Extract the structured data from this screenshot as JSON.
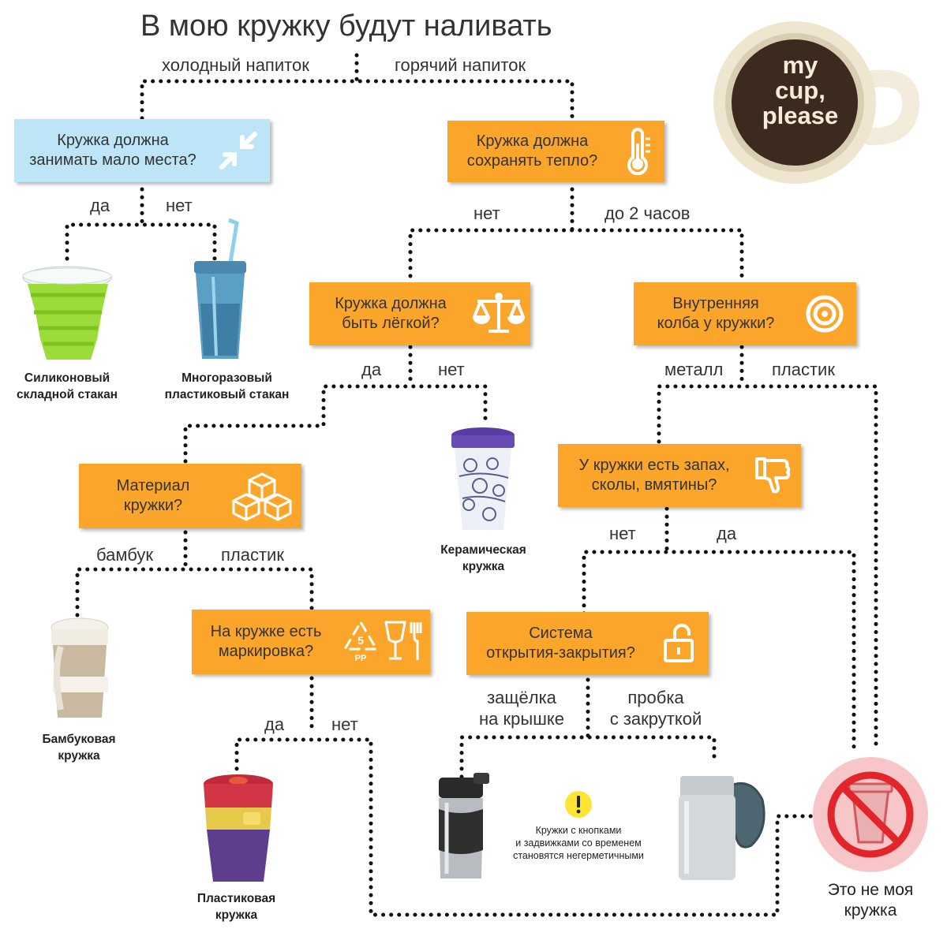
{
  "title": "В мою кружку будут наливать",
  "logo": {
    "lines": [
      "my",
      "cup,",
      "please"
    ]
  },
  "branches": {
    "cold": "холодный напиток",
    "hot": "горячий напиток",
    "yes": "да",
    "no": "нет",
    "up_to_2h": "до 2 часов",
    "metal": "металл",
    "plastic": "пластик",
    "bamboo": "бамбук",
    "snap_line1": "защёлка",
    "snap_line2": "на крышке",
    "screw_line1": "пробка",
    "screw_line2": "с закруткой"
  },
  "questions": {
    "compact": {
      "line1": "Кружка должна",
      "line2": "занимать мало места?",
      "icon": "compress-arrows-icon"
    },
    "keep_warm": {
      "line1": "Кружка должна",
      "line2": "сохранять тепло?",
      "icon": "thermometer-icon"
    },
    "light": {
      "line1": "Кружка должна",
      "line2": "быть лёгкой?",
      "icon": "scales-icon"
    },
    "inner_flask": {
      "line1": "Внутренняя",
      "line2": "колба у кружки?",
      "icon": "target-icon"
    },
    "smell": {
      "line1": "У кружки есть запах,",
      "line2": "сколы, вмятины?",
      "icon": "thumbs-down-icon"
    },
    "material": {
      "line1": "Материал",
      "line2": "кружки?",
      "icon": "cubes-icon"
    },
    "marking": {
      "line1": "На кружке есть",
      "line2": "маркировка?",
      "icon": "recycle-food-safe-icon",
      "recycle_num": "5",
      "recycle_code": "PP"
    },
    "closing": {
      "line1": "Система",
      "line2": "открытия-закрытия?",
      "icon": "open-lock-icon"
    }
  },
  "results": {
    "silicone": {
      "line1": "Силиконовый",
      "line2": "складной стакан"
    },
    "reusable_plastic": {
      "line1": "Многоразовый",
      "line2": "пластиковый стакан"
    },
    "ceramic": {
      "line1": "Керамическая",
      "line2": "кружка"
    },
    "bamboo": {
      "line1": "Бамбуковая",
      "line2": "кружка"
    },
    "plastic": {
      "line1": "Пластиковая",
      "line2": "кружка"
    }
  },
  "warning": {
    "icon": "exclamation-icon",
    "line1": "Кружки с кнопками",
    "line2": "и задвижками со временем",
    "line3": "становятся негерметичными"
  },
  "not_mine": {
    "line1": "Это не моя",
    "line2": "кружка",
    "icon": "no-cup-icon"
  },
  "colors": {
    "orange": "#fca52b",
    "blue": "#bde5f7",
    "line": "#111111",
    "no_sign": "#e2242b"
  }
}
